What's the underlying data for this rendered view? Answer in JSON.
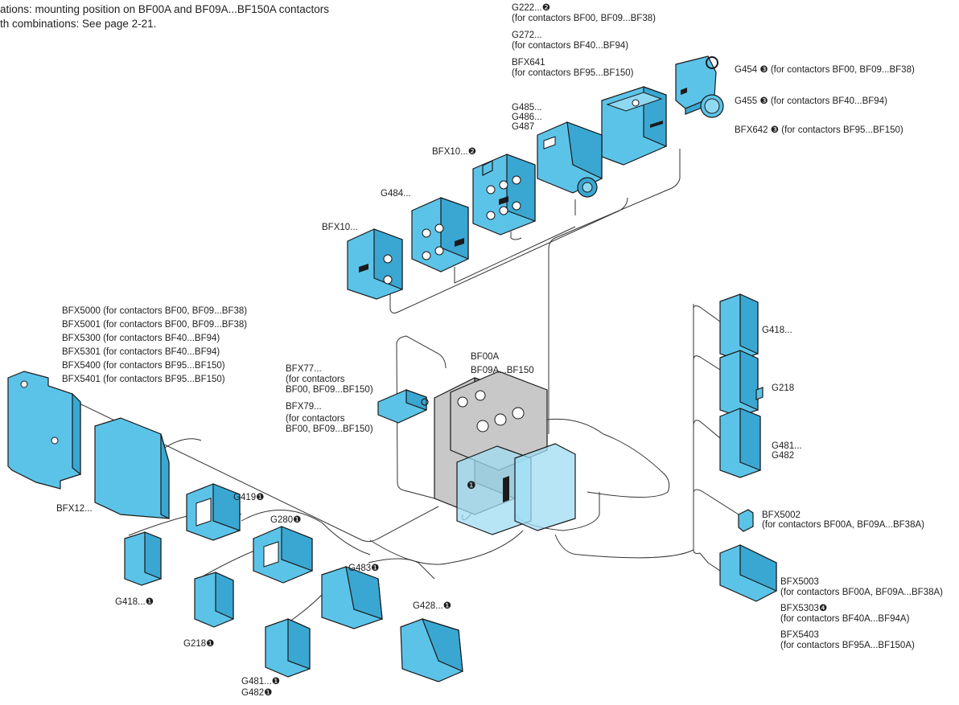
{
  "header": {
    "line1": "ations: mounting position on BF00A and BF09A...BF150A contactors",
    "line2": "th combinations: See page 2-21."
  },
  "labels": {
    "g222": "G222...❷",
    "g222_note": "(for contactors BF00, BF09...BF38)",
    "g272": "G272...",
    "g272_note": "(for contactors BF40...BF94)",
    "bfx641": "BFX641",
    "bfx641_note": "(for contactors BF95...BF150)",
    "g454": "G454 ❸ (for contactors BF00, BF09...BF38)",
    "g455": "G455 ❸ (for contactors BF40...BF94)",
    "bfx642": "BFX642 ❸ (for contactors BF95...BF150)",
    "g485": "G485...",
    "g486": "G486...",
    "g487": "G487",
    "bfx10_2": "BFX10...❷",
    "g484": "G484...",
    "bfx10": "BFX10...",
    "bfx5000": "BFX5000 (for contactors BF00, BF09...BF38)",
    "bfx5001": "BFX5001 (for contactors BF00, BF09...BF38)",
    "bfx5300": "BFX5300 (for contactors BF40...BF94)",
    "bfx5301": "BFX5301 (for contactors BF40...BF94)",
    "bfx5400": "BFX5400 (for contactors BF95...BF150)",
    "bfx5401": "BFX5401 (for contactors BF95...BF150)",
    "bfx77": "BFX77...",
    "bfx77_n1": "(for contactors",
    "bfx77_n2": "BF00, BF09...BF150)",
    "bfx79": "BFX79...",
    "bfx79_n1": "(for contactors",
    "bfx79_n2": "BF00, BF09...BF150)",
    "bf00a": "BF00A",
    "bf09a": "BF09A...BF150",
    "marker1": "❶",
    "bfx12": "BFX12...",
    "g419": "G419❶",
    "g280": "G280❶",
    "g483": "G483❶",
    "g428": "G428...❶",
    "g418_1": "G418...❶",
    "g218_1": "G218❶",
    "g481_1": "G481...❶",
    "g482_1": "G482❶",
    "g418": "G418...",
    "g218": "G218",
    "g481": "G481...",
    "g482": "G482",
    "bfx5002": "BFX5002",
    "bfx5002_note": "(for contactors BF00A, BF09A...BF38A)",
    "bfx5003": "BFX5003",
    "bfx5003_note": "(for contactors BF00A, BF09A...BF38A)",
    "bfx5303": "BFX5303❹",
    "bfx5303_note": "(for contactors BF40A...BF94A)",
    "bfx5403": "BFX5403",
    "bfx5403_note": "(for contactors BF95A...BF150A)"
  },
  "colors": {
    "accessory_blue": "#5cc3e8",
    "accessory_blue_dark": "#2a7fa6",
    "contactor_grey": "#c8c8c8",
    "outline": "#1a1a1a",
    "connector_line": "#333333"
  }
}
